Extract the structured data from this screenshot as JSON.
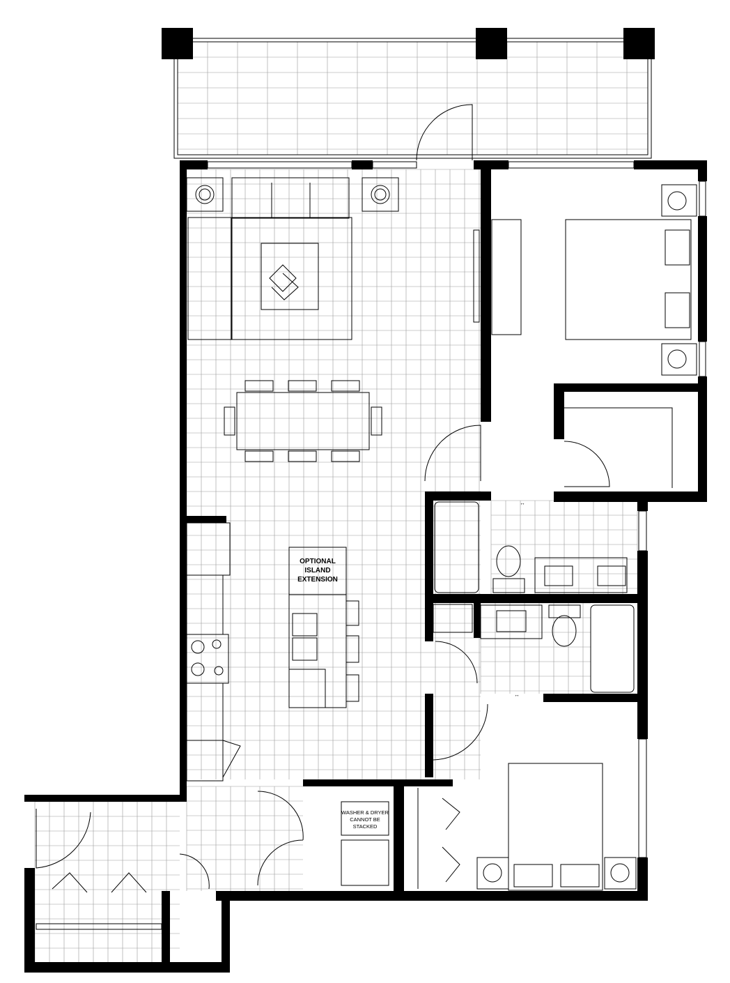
{
  "plan": {
    "labels": {
      "island": [
        "OPTIONAL",
        "ISLAND",
        "EXTENSION"
      ],
      "laundry": [
        "WASHER & DRYER",
        "CANNOT BE",
        "STACKED"
      ]
    },
    "colors": {
      "wall": "#000000",
      "grid": "#999999",
      "background": "#ffffff"
    }
  }
}
